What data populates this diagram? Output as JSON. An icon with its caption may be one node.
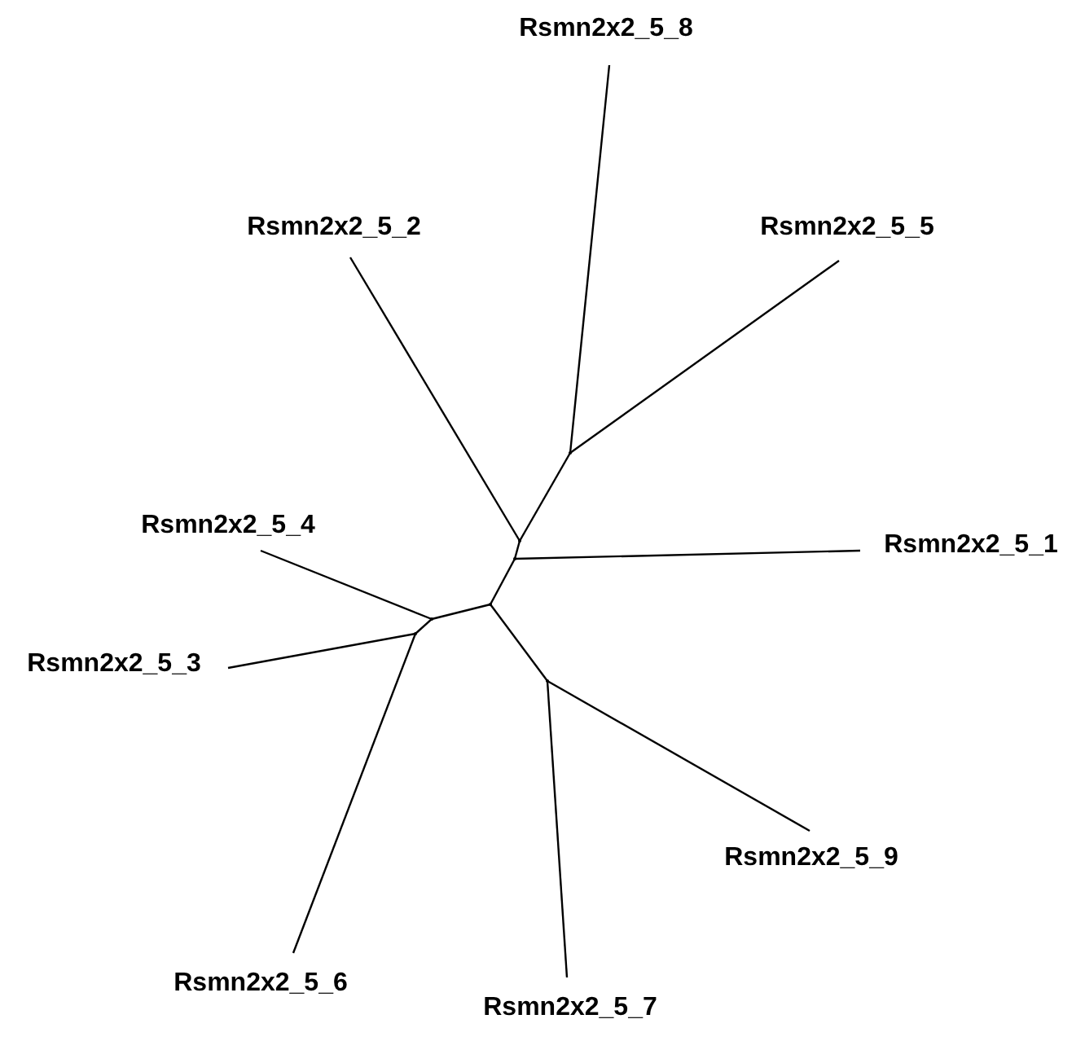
{
  "diagram": {
    "nodes": [
      {
        "text": [
          "Rsmn2x2_5_8"
        ]
      },
      {
        "text": [
          "Rsmn2x2_5_2"
        ]
      },
      {
        "text": [
          "Rsmn2x2_5_5"
        ]
      },
      {
        "text": [
          "Rsmn2x2_5_4"
        ]
      },
      {
        "text": [
          "Rsmn2x2_5_1"
        ]
      },
      {
        "text": [
          "Rsmn2x2_5_3"
        ]
      },
      {
        "text": [
          "Rsmn2x2_5_9"
        ]
      },
      {
        "text": [
          "Rsmn2x2_5_6"
        ]
      },
      {
        "text": [
          "Rsmn2x2_5_7"
        ]
      },
      {
        "text": [],
        "shape": "point"
      },
      {
        "text": [],
        "shape": "point"
      },
      {
        "text": [],
        "shape": "point"
      },
      {
        "text": [],
        "shape": "point"
      },
      {
        "text": [],
        "shape": "point"
      },
      {
        "text": [],
        "shape": "point"
      },
      {
        "text": [],
        "shape": "point"
      }
    ],
    "edges": [
      {
        "from": 9,
        "to": 0,
        "arrow": "none"
      },
      {
        "from": 9,
        "to": 2,
        "arrow": "none"
      },
      {
        "from": 10,
        "to": 1,
        "arrow": "none"
      },
      {
        "from": 10,
        "to": 9,
        "arrow": "none"
      },
      {
        "from": 11,
        "to": 4,
        "arrow": "none"
      },
      {
        "from": 11,
        "to": 10,
        "arrow": "none"
      },
      {
        "from": 12,
        "to": 11,
        "arrow": "none"
      },
      {
        "from": 12,
        "to": 13,
        "arrow": "none"
      },
      {
        "from": 13,
        "to": 3,
        "arrow": "none"
      },
      {
        "from": 13,
        "to": 14,
        "arrow": "none"
      },
      {
        "from": 14,
        "to": 5,
        "arrow": "none"
      },
      {
        "from": 14,
        "to": 7,
        "arrow": "none"
      },
      {
        "from": 12,
        "to": 15,
        "arrow": "none"
      },
      {
        "from": 15,
        "to": 6,
        "arrow": "none"
      },
      {
        "from": 15,
        "to": 8,
        "arrow": "none"
      }
    ]
  }
}
